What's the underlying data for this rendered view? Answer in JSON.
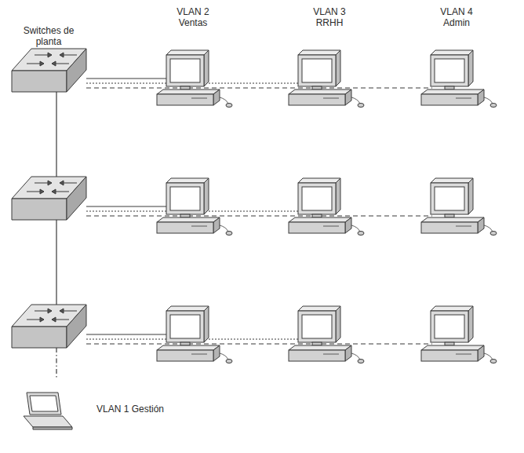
{
  "diagram": {
    "nodes": [
      {
        "text": [
          "VLAN 2 Ventas"
        ]
      },
      {
        "text": [
          "VLAN 3 RRHH"
        ]
      },
      {
        "text": [
          "VLAN 4 Admin"
        ]
      },
      {
        "text": [
          "VLAN 1 Gestión"
        ]
      }
    ],
    "labels": [
      "Switches de planta"
    ]
  }
}
